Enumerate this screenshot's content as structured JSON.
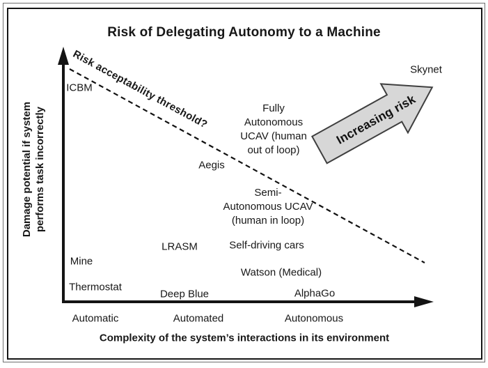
{
  "chart": {
    "title": "Risk of Delegating Autonomy to a Machine",
    "y_axis": {
      "label": "Damage potential if system\nperforms task incorrectly"
    },
    "x_axis": {
      "label": "Complexity of the system’s interactions in its environment",
      "ticks": [
        "Automatic",
        "Automated",
        "Autonomous"
      ]
    },
    "threshold_label": "Risk acceptability threshold?",
    "arrow_label": "Increasing risk",
    "colors": {
      "arrow_fill": "#d7d7d7",
      "arrow_stroke": "#3f3f3f",
      "ink": "#171717"
    }
  },
  "chart_data": {
    "type": "scatter",
    "title": "Risk of Delegating Autonomy to a Machine",
    "xlabel": "Complexity of the system’s interactions in its environment",
    "ylabel": "Damage potential if system performs task incorrectly",
    "x_categories": [
      "Automatic",
      "Automated",
      "Autonomous"
    ],
    "axis_style": "conceptual (no numeric scale), arrows on both axes",
    "annotations": [
      {
        "name": "risk-acceptability-threshold",
        "style": "dashed line, upper-left to lower-right",
        "from_frac": [
          0.02,
          0.93
        ],
        "to_frac": [
          1.0,
          0.15
        ],
        "label": "Risk acceptability threshold?"
      },
      {
        "name": "increasing-risk-arrow",
        "style": "gray block arrow pointing up-right",
        "label": "Increasing risk"
      }
    ],
    "points": [
      {
        "label": "ICBM",
        "display": "ICBM",
        "x": 0.04,
        "y": 0.85
      },
      {
        "label": "Skynet",
        "display": "Skynet",
        "x": 1.0,
        "y": 0.92
      },
      {
        "label": "Fully Autonomous UCAV (human out of loop)",
        "display": "Fully\nAutonomous\nUCAV (human\nout of loop)",
        "x": 0.58,
        "y": 0.68
      },
      {
        "label": "Aegis",
        "display": "Aegis",
        "x": 0.41,
        "y": 0.54
      },
      {
        "label": "Semi-Autonomous UCAV (human in loop)",
        "display": "Semi-\nAutonomous UCAV\n(human in loop)",
        "x": 0.56,
        "y": 0.38
      },
      {
        "label": "LRASM",
        "display": "LRASM",
        "x": 0.32,
        "y": 0.22
      },
      {
        "label": "Self-driving cars",
        "display": "Self-driving cars",
        "x": 0.56,
        "y": 0.22
      },
      {
        "label": "Mine",
        "display": "Mine",
        "x": 0.05,
        "y": 0.16
      },
      {
        "label": "Watson (Medical)",
        "display": "Watson (Medical)",
        "x": 0.6,
        "y": 0.12
      },
      {
        "label": "Thermostat",
        "display": "Thermostat",
        "x": 0.09,
        "y": 0.06
      },
      {
        "label": "Deep Blue",
        "display": "Deep Blue",
        "x": 0.33,
        "y": 0.03
      },
      {
        "label": "AlphaGo",
        "display": "AlphaGo",
        "x": 0.69,
        "y": 0.03
      }
    ]
  }
}
